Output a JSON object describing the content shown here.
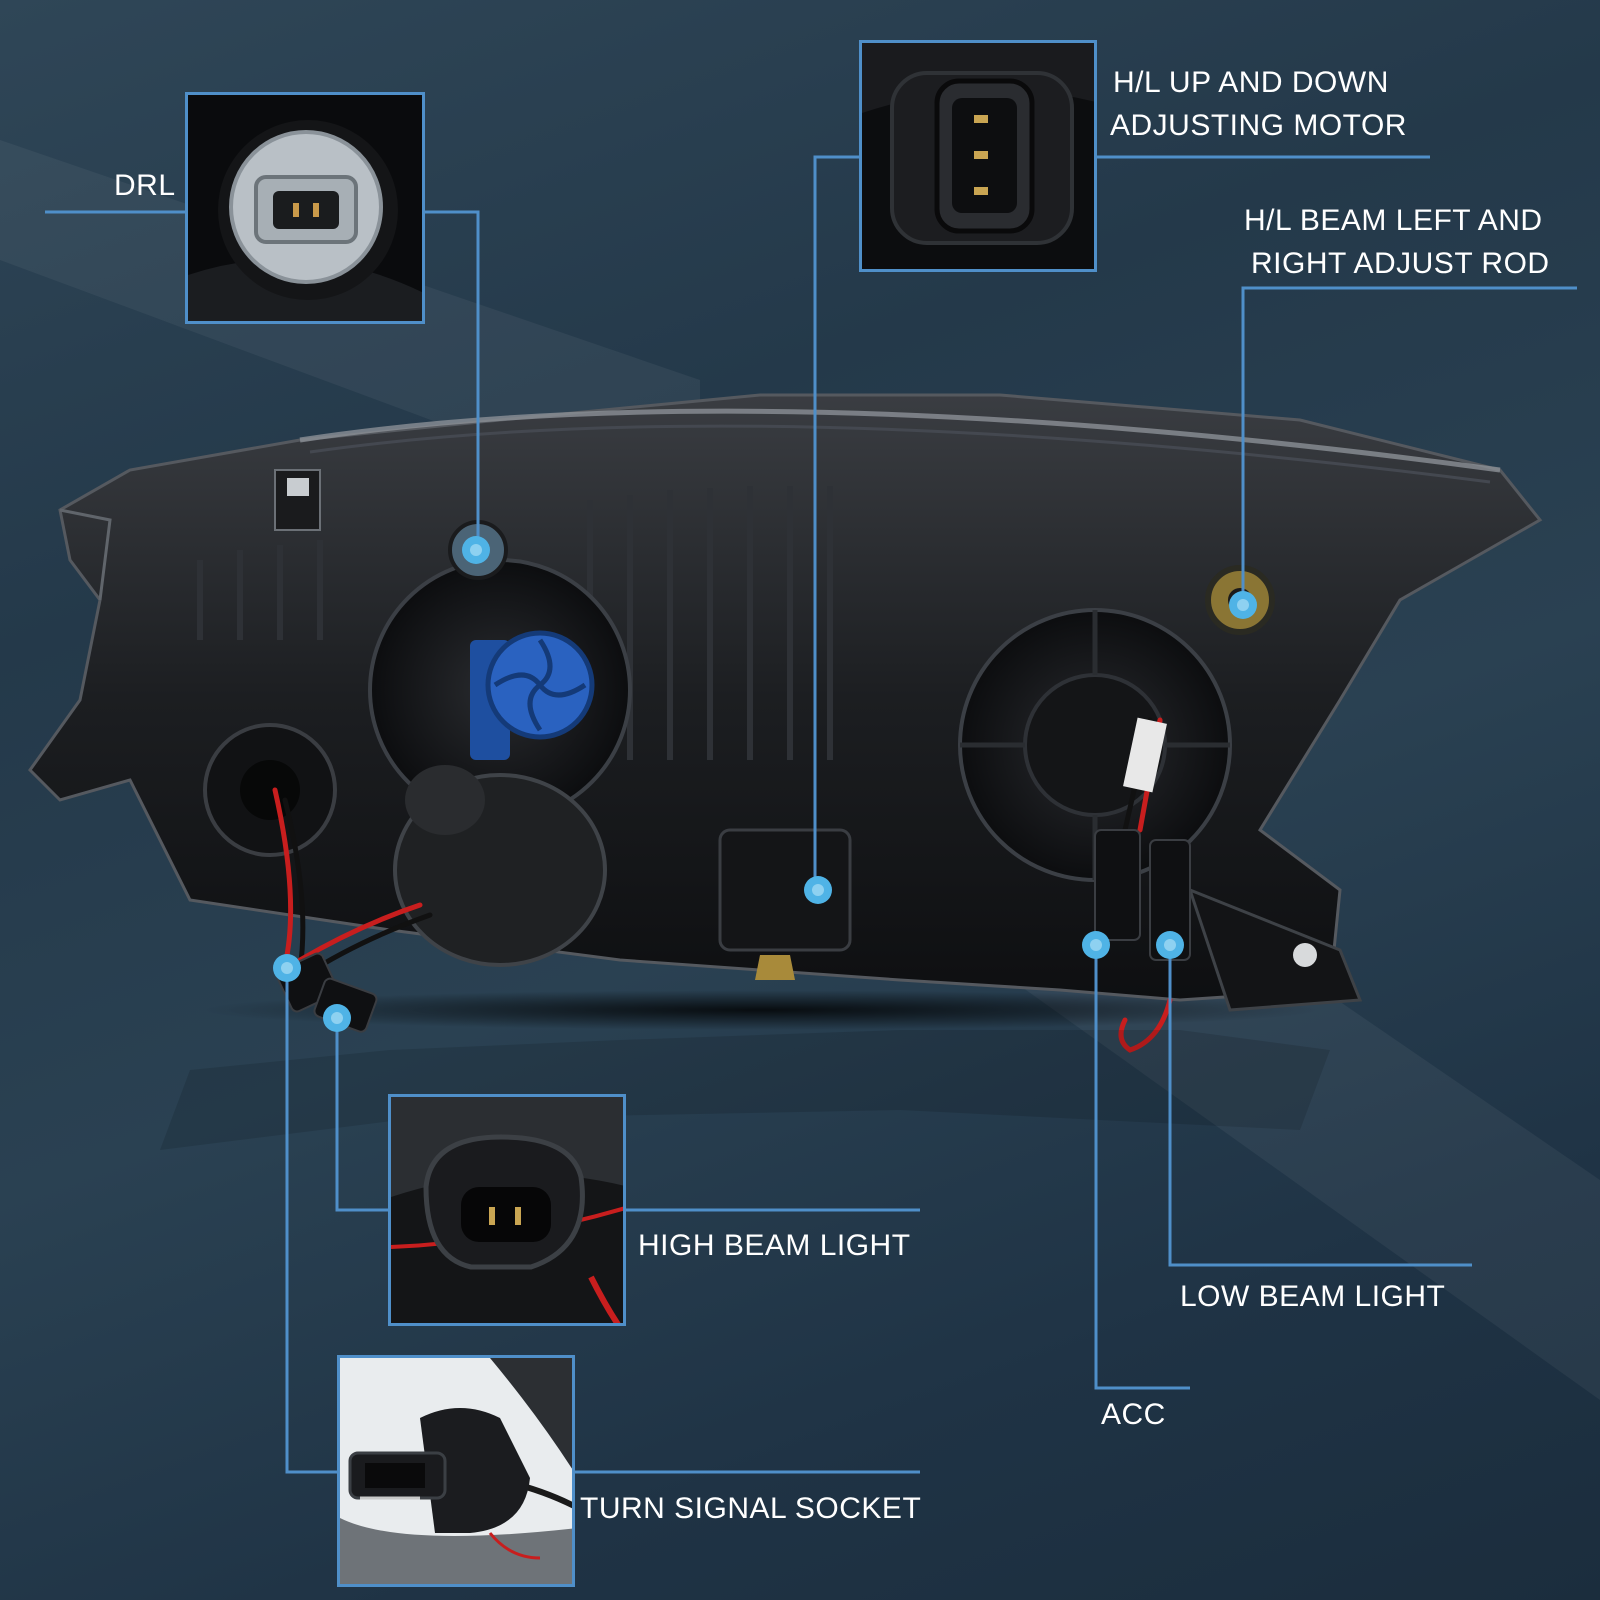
{
  "colors": {
    "leader_line": "#4f8fc9",
    "callout_dot": "#4fb3e6",
    "label_text": "#ffffff"
  },
  "callouts": {
    "drl": "DRL",
    "hl_motor_line1": "H/L UP  AND  DOWN",
    "hl_motor_line2": "ADJUSTING MOTOR",
    "hl_rod_line1": "H/L BEAM  LEFT  AND",
    "hl_rod_line2": "RIGHT  ADJUST  ROD",
    "high_beam": "HIGH  BEAM  LIGHT",
    "low_beam": "LOW BEAM LIGHT",
    "acc": "ACC",
    "turn_signal": "TURN  SIGNAL SOCKET"
  }
}
